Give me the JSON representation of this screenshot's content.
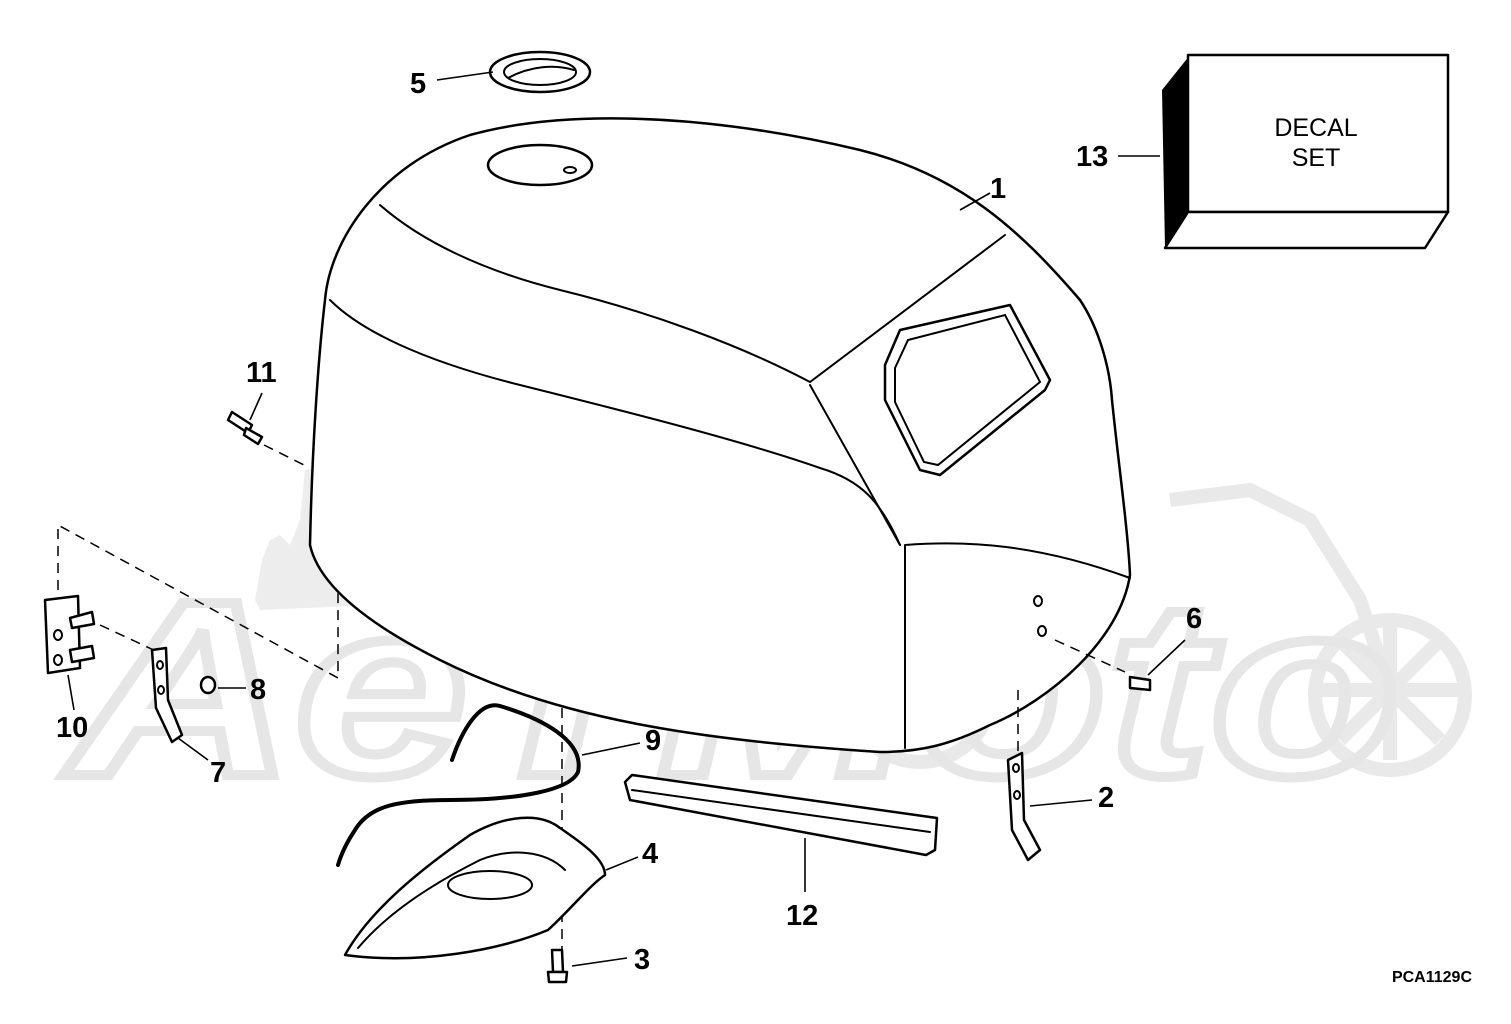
{
  "callouts": {
    "c1": "1",
    "c2": "2",
    "c3": "3",
    "c4": "4",
    "c5": "5",
    "c6": "6",
    "c7": "7",
    "c8": "8",
    "c9": "9",
    "c10": "10",
    "c11": "11",
    "c12": "12",
    "c13": "13"
  },
  "decal_box": {
    "line1": "DECAL",
    "line2": "SET"
  },
  "diagram_code": "PCA1129C",
  "watermark": {
    "text": "AeTMoto",
    "color": "#ededed"
  },
  "colors": {
    "ink": "#000000",
    "paper": "#ffffff"
  }
}
